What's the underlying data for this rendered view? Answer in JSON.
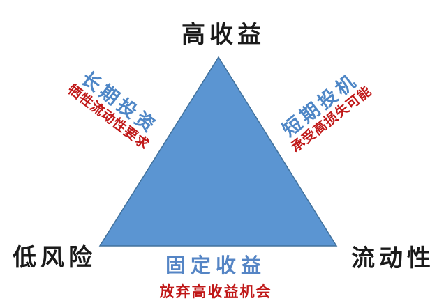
{
  "diagram": {
    "top_corner": "高收益",
    "bottom_left_corner": "低风险",
    "bottom_right_corner": "流动性",
    "left_edge": {
      "label": "长期投资",
      "note": "牺牲流动性要求"
    },
    "right_edge": {
      "label": "短期投机",
      "note": "承受高损失可能"
    },
    "bottom_edge": {
      "label": "固定收益",
      "note": "放弃高收益机会"
    }
  },
  "colors": {
    "triangle_fill": "#5B95D2",
    "triangle_stroke": "#41719C",
    "edge_label_blue": "#4E86C6",
    "note_red": "#C01818",
    "corner_black": "#1A1A1A",
    "background": "#FFFFFF"
  }
}
